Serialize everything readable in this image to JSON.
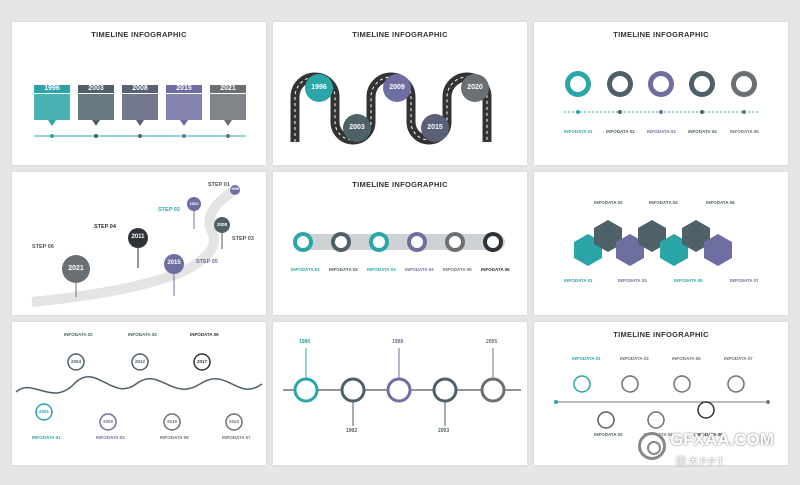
{
  "colors": {
    "teal": "#2aa5a8",
    "slate": "#4e6068",
    "dark": "#2d3338",
    "grey": "#6b7075",
    "purple": "#6f6ea0",
    "light": "#cfd2d4",
    "text": "#8a8f93"
  },
  "slide1": {
    "title": "TIMELINE INFOGRAPHIC",
    "years": [
      "1996",
      "2003",
      "2008",
      "2015",
      "2021"
    ]
  },
  "slide2": {
    "title": "TIMELINE INFOGRAPHIC",
    "years": [
      "1996",
      "2003",
      "2009",
      "2015",
      "2020"
    ]
  },
  "slide3": {
    "title": "TIMELINE INFOGRAPHIC",
    "labels": [
      "INFODATA 01",
      "INFODATA 02",
      "INFODATA 03",
      "INFODATA 04",
      "INFODATA 05"
    ]
  },
  "slide4": {
    "steps": [
      "STEP 06",
      "STEP 04",
      "STEP 02",
      "STEP 01",
      "STEP 03",
      "STEP 05"
    ],
    "years": [
      "2021",
      "2011",
      "2015",
      "2002",
      "2008",
      "1996"
    ]
  },
  "slide5": {
    "title": "TIMELINE INFOGRAPHIC",
    "labels": [
      "INFODATA 01",
      "INFODATA 02",
      "INFODATA 03",
      "INFODATA 04",
      "INFODATA 05",
      "INFODATA 06"
    ]
  },
  "slide6": {
    "top": [
      "INFODATA 02",
      "INFODATA 04",
      "INFODATA 06"
    ],
    "bottom": [
      "INFODATA 01",
      "INFODATA 03",
      "INFODATA 05",
      "INFODATA 07"
    ]
  },
  "slide7": {
    "top": [
      "INFODATA 02",
      "INFODATA 04",
      "INFODATA 06"
    ],
    "top_years": [
      "2004",
      "2012",
      "2017"
    ],
    "bottom": [
      "INFODATA 01",
      "INFODATA 03",
      "INFODATA 05",
      "INFODATA 07"
    ],
    "bottom_years": [
      "2001",
      "2009",
      "2015",
      "2022"
    ]
  },
  "slide8": {
    "top_years": [
      "1986",
      "1998",
      "2005"
    ],
    "bottom_years": [
      "1992",
      "2003"
    ]
  },
  "slide9": {
    "title": "TIMELINE INFOGRAPHIC",
    "top": [
      "INFODATA 01",
      "INFODATA 03",
      "INFODATA 05",
      "INFODATA 07"
    ],
    "bottom": [
      "INFODATA 02",
      "INFODATA 04",
      "INFODATA 06"
    ]
  },
  "watermark": {
    "text": "GFXAA.COM",
    "sub": "图大PPT"
  }
}
